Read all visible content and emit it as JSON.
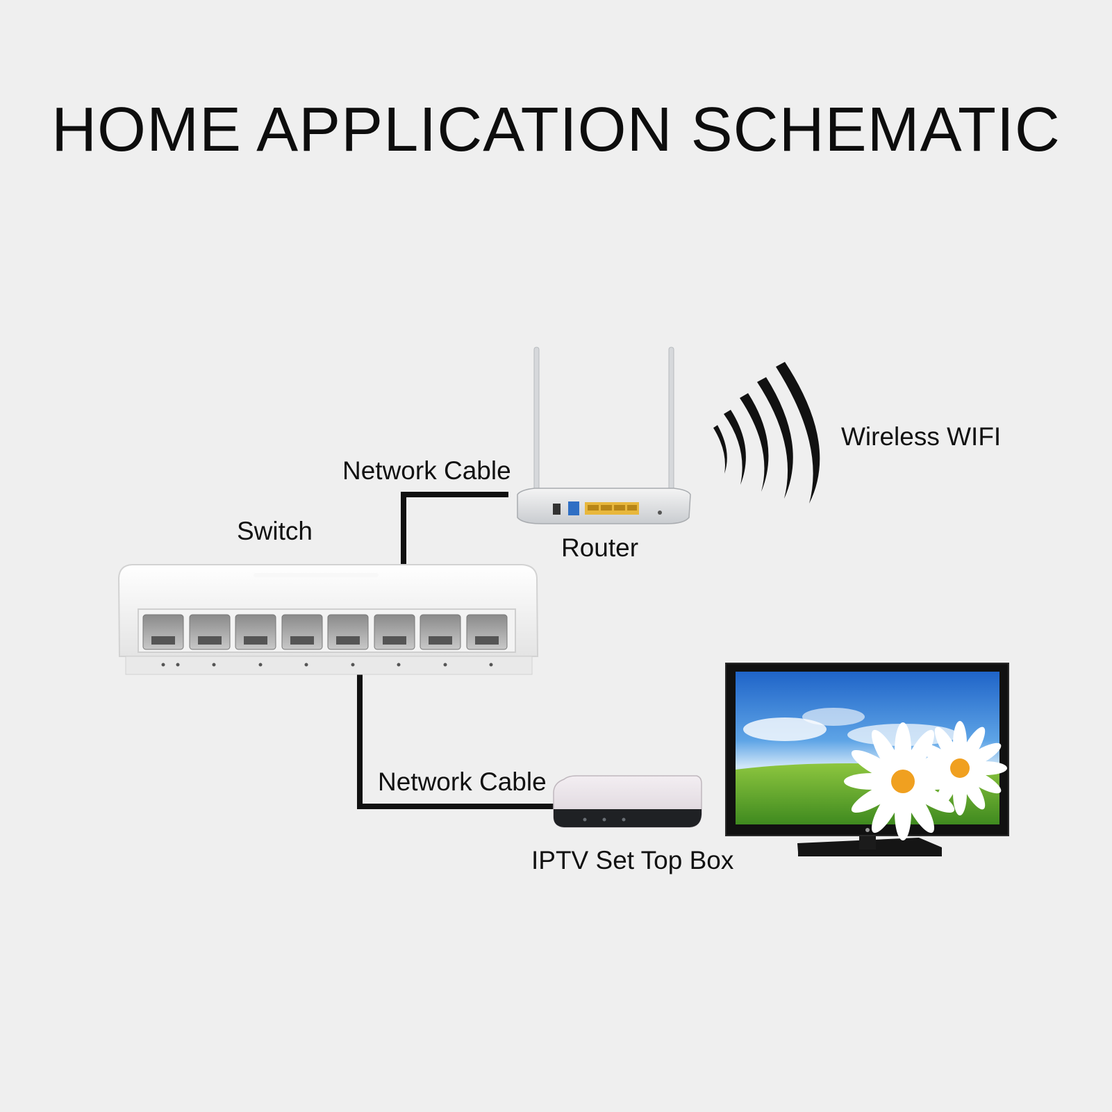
{
  "title": "HOME APPLICATION SCHEMATIC",
  "labels": {
    "switch": "Switch",
    "router": "Router",
    "wireless_wifi": "Wireless WIFI",
    "network_cable_top": "Network Cable",
    "network_cable_bottom": "Network Cable",
    "iptv_box": "IPTV Set Top Box"
  },
  "colors": {
    "background": "#efefef",
    "cable": "#111111",
    "router_port_yellow": "#e8b73c",
    "router_port_blue": "#2f6fc4"
  }
}
